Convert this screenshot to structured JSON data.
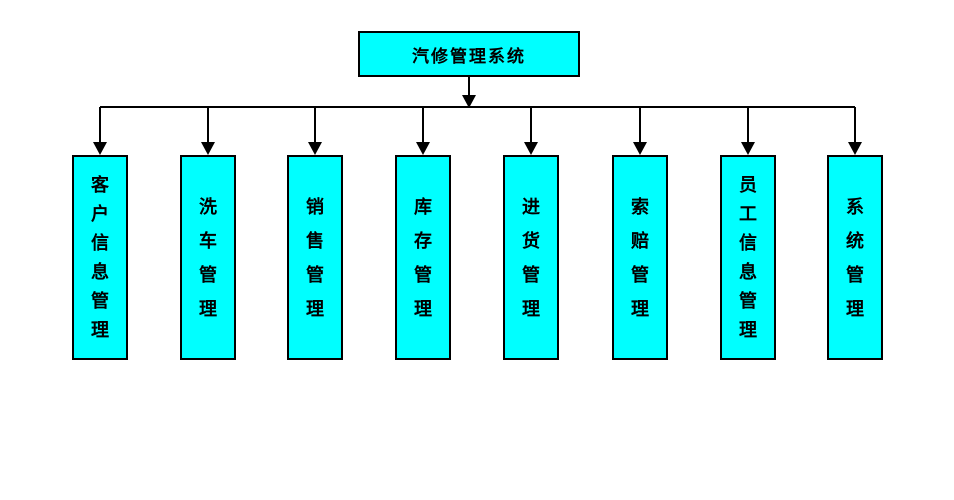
{
  "diagram": {
    "root_node": {
      "label": "汽修管理系统"
    },
    "children": [
      {
        "label": "客户信息管理"
      },
      {
        "label": "洗车管理"
      },
      {
        "label": "销售管理"
      },
      {
        "label": "库存管理"
      },
      {
        "label": "进货管理"
      },
      {
        "label": "索赔管理"
      },
      {
        "label": "员工信息管理"
      },
      {
        "label": "系统管理"
      }
    ],
    "colors": {
      "node_fill": "#00ffff",
      "node_border": "#000000",
      "connector": "#000000",
      "page_bg": "#ffffff"
    }
  }
}
